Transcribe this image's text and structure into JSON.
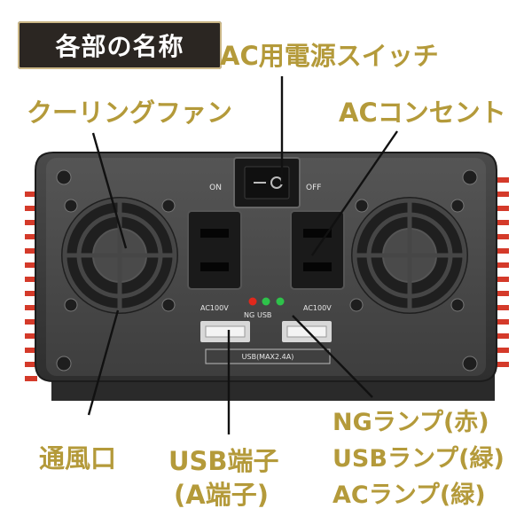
{
  "title": "各部の名称",
  "callouts": {
    "ac_switch": "AC用電源スイッチ",
    "cooling_fan": "クーリングファン",
    "ac_outlet": "ACコンセント",
    "vent": "通風口",
    "usb_port_line1": "USB端子",
    "usb_port_line2": "(A端子)",
    "lamps": [
      "NGランプ(赤)",
      "USBランプ(緑)",
      "ACランプ(緑)"
    ]
  },
  "panel": {
    "switch_on": "ON",
    "switch_off": "OFF",
    "ac_left": "AC100V",
    "ac_right": "AC100V",
    "ng": "NG",
    "usb": "USB",
    "usb_max": "USB(MAX2.4A)"
  },
  "colors": {
    "label_gold": "#b49a3a",
    "led_red": "#e0281c",
    "led_green": "#2ec24a",
    "fin_red": "#d43a2a"
  }
}
